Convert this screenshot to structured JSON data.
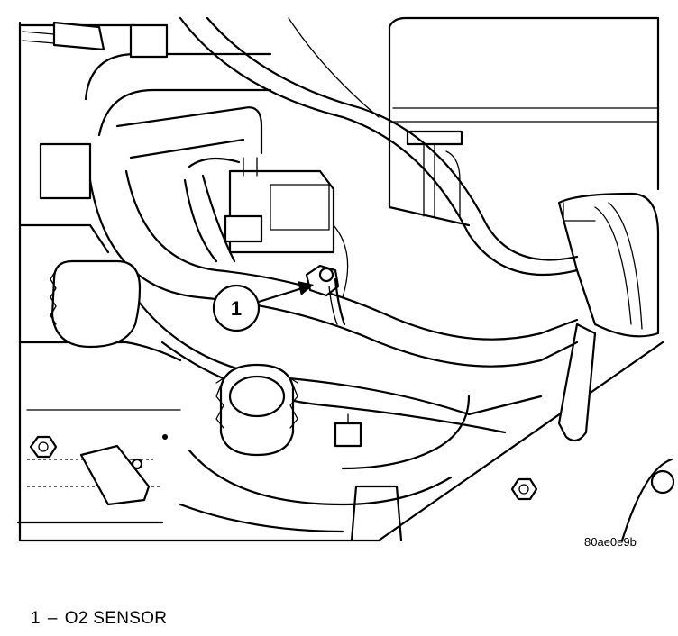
{
  "diagram": {
    "callouts": [
      {
        "number": "1"
      }
    ],
    "figure_id": "80ae0e9b"
  },
  "legend": {
    "items": [
      {
        "number": "1",
        "separator": "–",
        "label": "O2 SENSOR"
      }
    ]
  }
}
